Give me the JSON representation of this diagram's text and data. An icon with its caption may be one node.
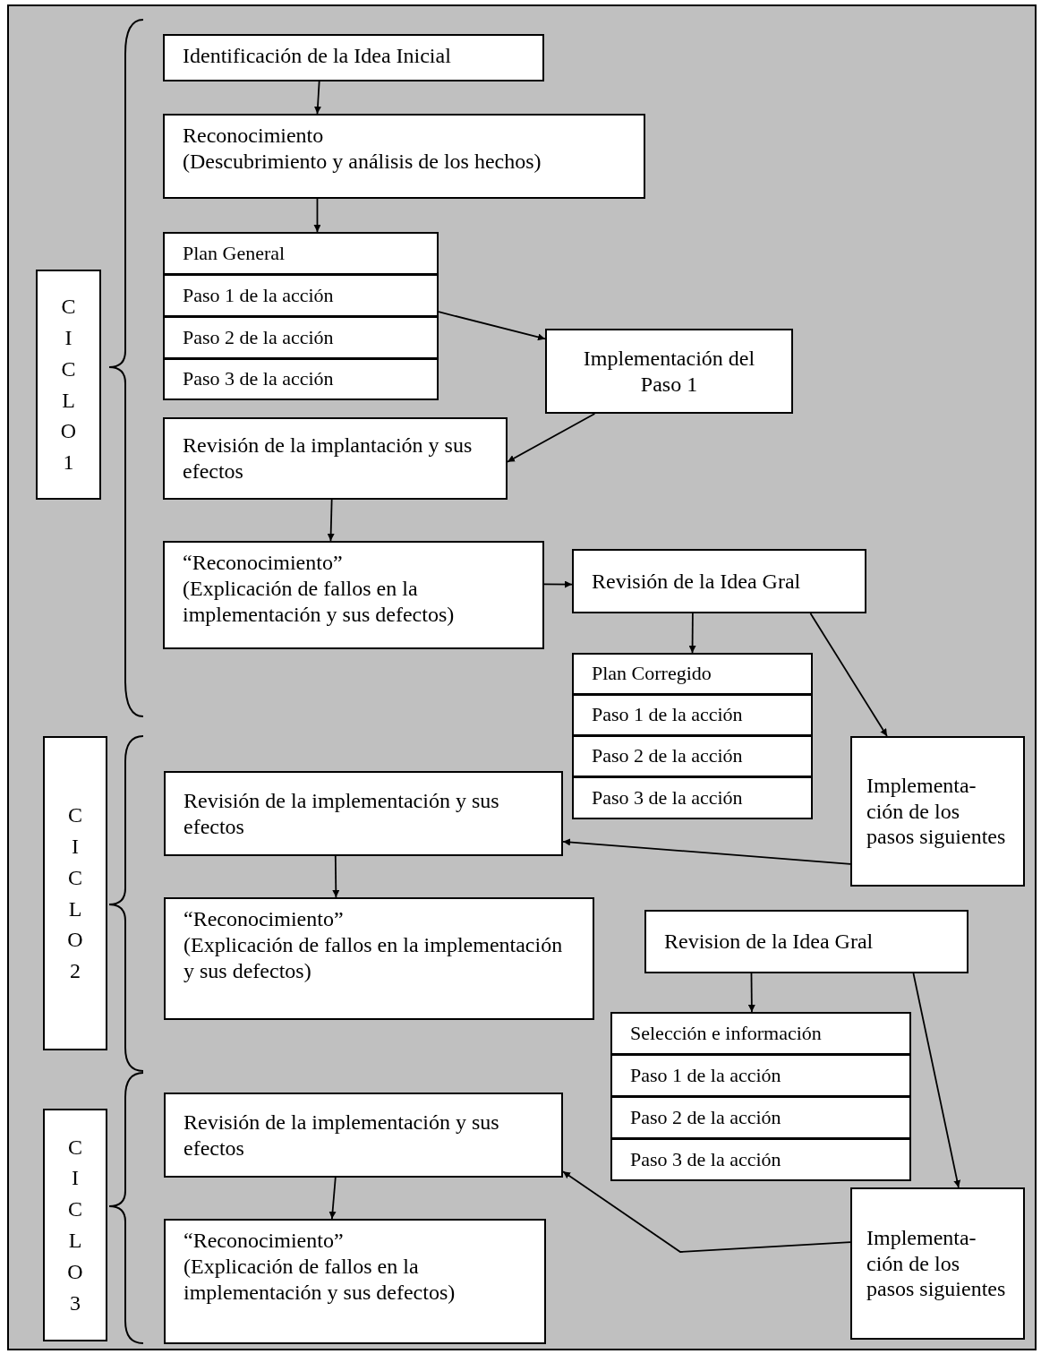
{
  "diagram": {
    "nodes": [
      {
        "text": [
          "Identificación de la Idea Inicial"
        ]
      },
      {
        "text": [
          "Reconocimiento",
          "(Descubrimiento y análisis de los hechos)"
        ]
      },
      {
        "text": [
          "Plan General"
        ]
      },
      {
        "text": [
          "Paso 1 de la acción"
        ]
      },
      {
        "text": [
          "Paso 2 de la acción"
        ]
      },
      {
        "text": [
          "Paso 3 de la acción"
        ]
      },
      {
        "text": [
          "Implementación del Paso 1"
        ]
      },
      {
        "text": [
          "Revisión de la implantación y sus efectos"
        ]
      },
      {
        "text": [
          "“Reconocimiento”",
          "(Explicación de fallos en la implementación y sus defectos)"
        ]
      },
      {
        "text": [
          "Revisión de la Idea Gral"
        ]
      },
      {
        "text": [
          "Plan Corregido"
        ]
      },
      {
        "text": [
          "Paso 1 de la acción"
        ]
      },
      {
        "text": [
          "Paso 2 de la acción"
        ]
      },
      {
        "text": [
          "Paso 3 de la acción"
        ]
      },
      {
        "text": [
          "Implementa- ción de los pasos siguientes"
        ]
      },
      {
        "text": [
          "Revisión de la implementación y sus efectos"
        ]
      },
      {
        "text": [
          "“Reconocimiento”",
          "(Explicación de fallos en la implementación y sus defectos)"
        ]
      },
      {
        "text": [
          "Revision de la Idea Gral"
        ]
      },
      {
        "text": [
          "Selección e información"
        ]
      },
      {
        "text": [
          "Paso 1 de la acción"
        ]
      },
      {
        "text": [
          "Paso 2 de la acción"
        ]
      },
      {
        "text": [
          "Paso 3 de la acción"
        ]
      },
      {
        "text": [
          "Revisión de la implementación y sus efectos"
        ]
      },
      {
        "text": [
          "“Reconocimiento”",
          "(Explicación de fallos en la implementación y sus defectos)"
        ]
      },
      {
        "text": [
          "Implementa- ción de los pasos siguientes"
        ]
      },
      {
        "text": [
          "CICLO 1"
        ]
      },
      {
        "text": [
          "CICLO 2"
        ]
      },
      {
        "text": [
          "CICLO 3"
        ]
      }
    ],
    "edges": [
      {
        "from": 0,
        "to": 1,
        "arrow": "to"
      },
      {
        "from": 1,
        "to": 2,
        "arrow": "to"
      },
      {
        "from": 3,
        "to": 6,
        "arrow": "to"
      },
      {
        "from": 6,
        "to": 7,
        "arrow": "to"
      },
      {
        "from": 7,
        "to": 8,
        "arrow": "to"
      },
      {
        "from": 8,
        "to": 9,
        "arrow": "to"
      },
      {
        "from": 9,
        "to": 10,
        "arrow": "to"
      },
      {
        "from": 9,
        "to": 14,
        "arrow": "to"
      },
      {
        "from": 14,
        "to": 15,
        "arrow": "to"
      },
      {
        "from": 15,
        "to": 16,
        "arrow": "to"
      },
      {
        "from": 17,
        "to": 18,
        "arrow": "to"
      },
      {
        "from": 17,
        "to": 24,
        "arrow": "to"
      },
      {
        "from": 24,
        "to": 22,
        "arrow": "to"
      },
      {
        "from": 22,
        "to": 23,
        "arrow": "to"
      }
    ]
  }
}
